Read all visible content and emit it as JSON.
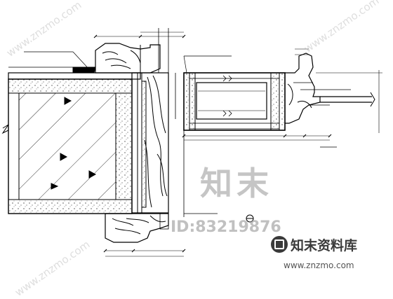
{
  "watermark": {
    "big": "知末",
    "id": "ID:83219876",
    "brand": "知末资料库",
    "url": "www.znzmo.com",
    "diagonal": "www.znzmo.com"
  },
  "dimensions": {
    "top_row": [
      "",
      "",
      "",
      "",
      "",
      ""
    ],
    "right_column": [
      "",
      "",
      "",
      ""
    ],
    "bottom_row": [
      "",
      "",
      "",
      ""
    ],
    "middle_row": [
      "",
      ""
    ]
  },
  "annotations": {
    "left_1": "",
    "left_2": "",
    "top_center_1": "",
    "top_center_2": "",
    "right_1": "",
    "right_2": "",
    "right_3": "",
    "middle_1": "",
    "bottom_1": ""
  },
  "colors": {
    "line": "#000000",
    "watermark": "#969696",
    "brand": "#3a3a3a"
  },
  "icons": [
    "znzmo-logo-icon"
  ]
}
